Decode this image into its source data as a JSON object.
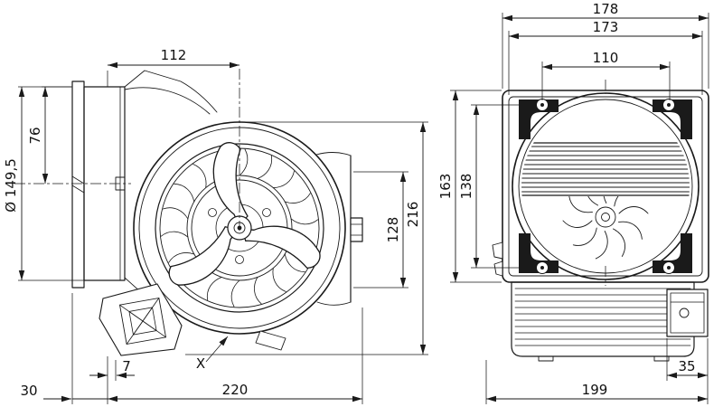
{
  "colors": {
    "line": "#1a1a1a",
    "background": "#ffffff"
  },
  "left_view": {
    "dim_width_top": "112",
    "dim_inlet_offset": "76",
    "dim_inlet_diameter": "Ø 149,5",
    "dim_outlet_height": "128",
    "dim_overall_height": "216",
    "dim_foot_offset": "7",
    "detail_label": "X",
    "dim_flange_depth": "30",
    "dim_overall_depth": "220"
  },
  "right_view": {
    "dim_overall_width": "178",
    "dim_flange_width": "173",
    "dim_hole_spacing_h": "110",
    "dim_overall_height": "163",
    "dim_hole_spacing_v": "138",
    "dim_terminal_box": "35",
    "dim_overall_depth": "199"
  }
}
